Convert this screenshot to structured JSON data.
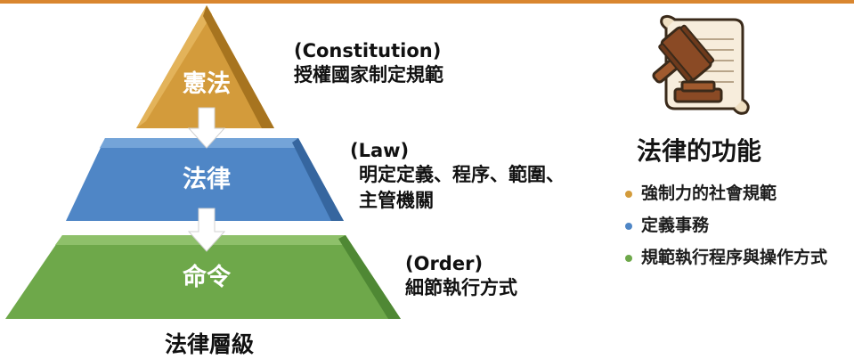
{
  "pyramid": {
    "levels": [
      {
        "label": "憲法",
        "color": "#d39b3b"
      },
      {
        "label": "法律",
        "color": "#4f86c6"
      },
      {
        "label": "命令",
        "color": "#6ea84a"
      }
    ],
    "title": "法律層級"
  },
  "annotations": {
    "constitution": {
      "en": "(Constitution)",
      "zh": "授權國家制定規範"
    },
    "law": {
      "en": "(Law)",
      "zh": "明定定義、程序、範圍、主管機關"
    },
    "order": {
      "en": "(Order)",
      "zh": "細節執行方式"
    }
  },
  "functions": {
    "title": "法律的功能",
    "items": [
      {
        "text": "強制力的社會規範",
        "color": "#d39b3b"
      },
      {
        "text": "定義事務",
        "color": "#4f86c6"
      },
      {
        "text": "規範執行程序與操作方式",
        "color": "#6ea84a"
      }
    ]
  },
  "icon": "gavel-scroll-icon"
}
